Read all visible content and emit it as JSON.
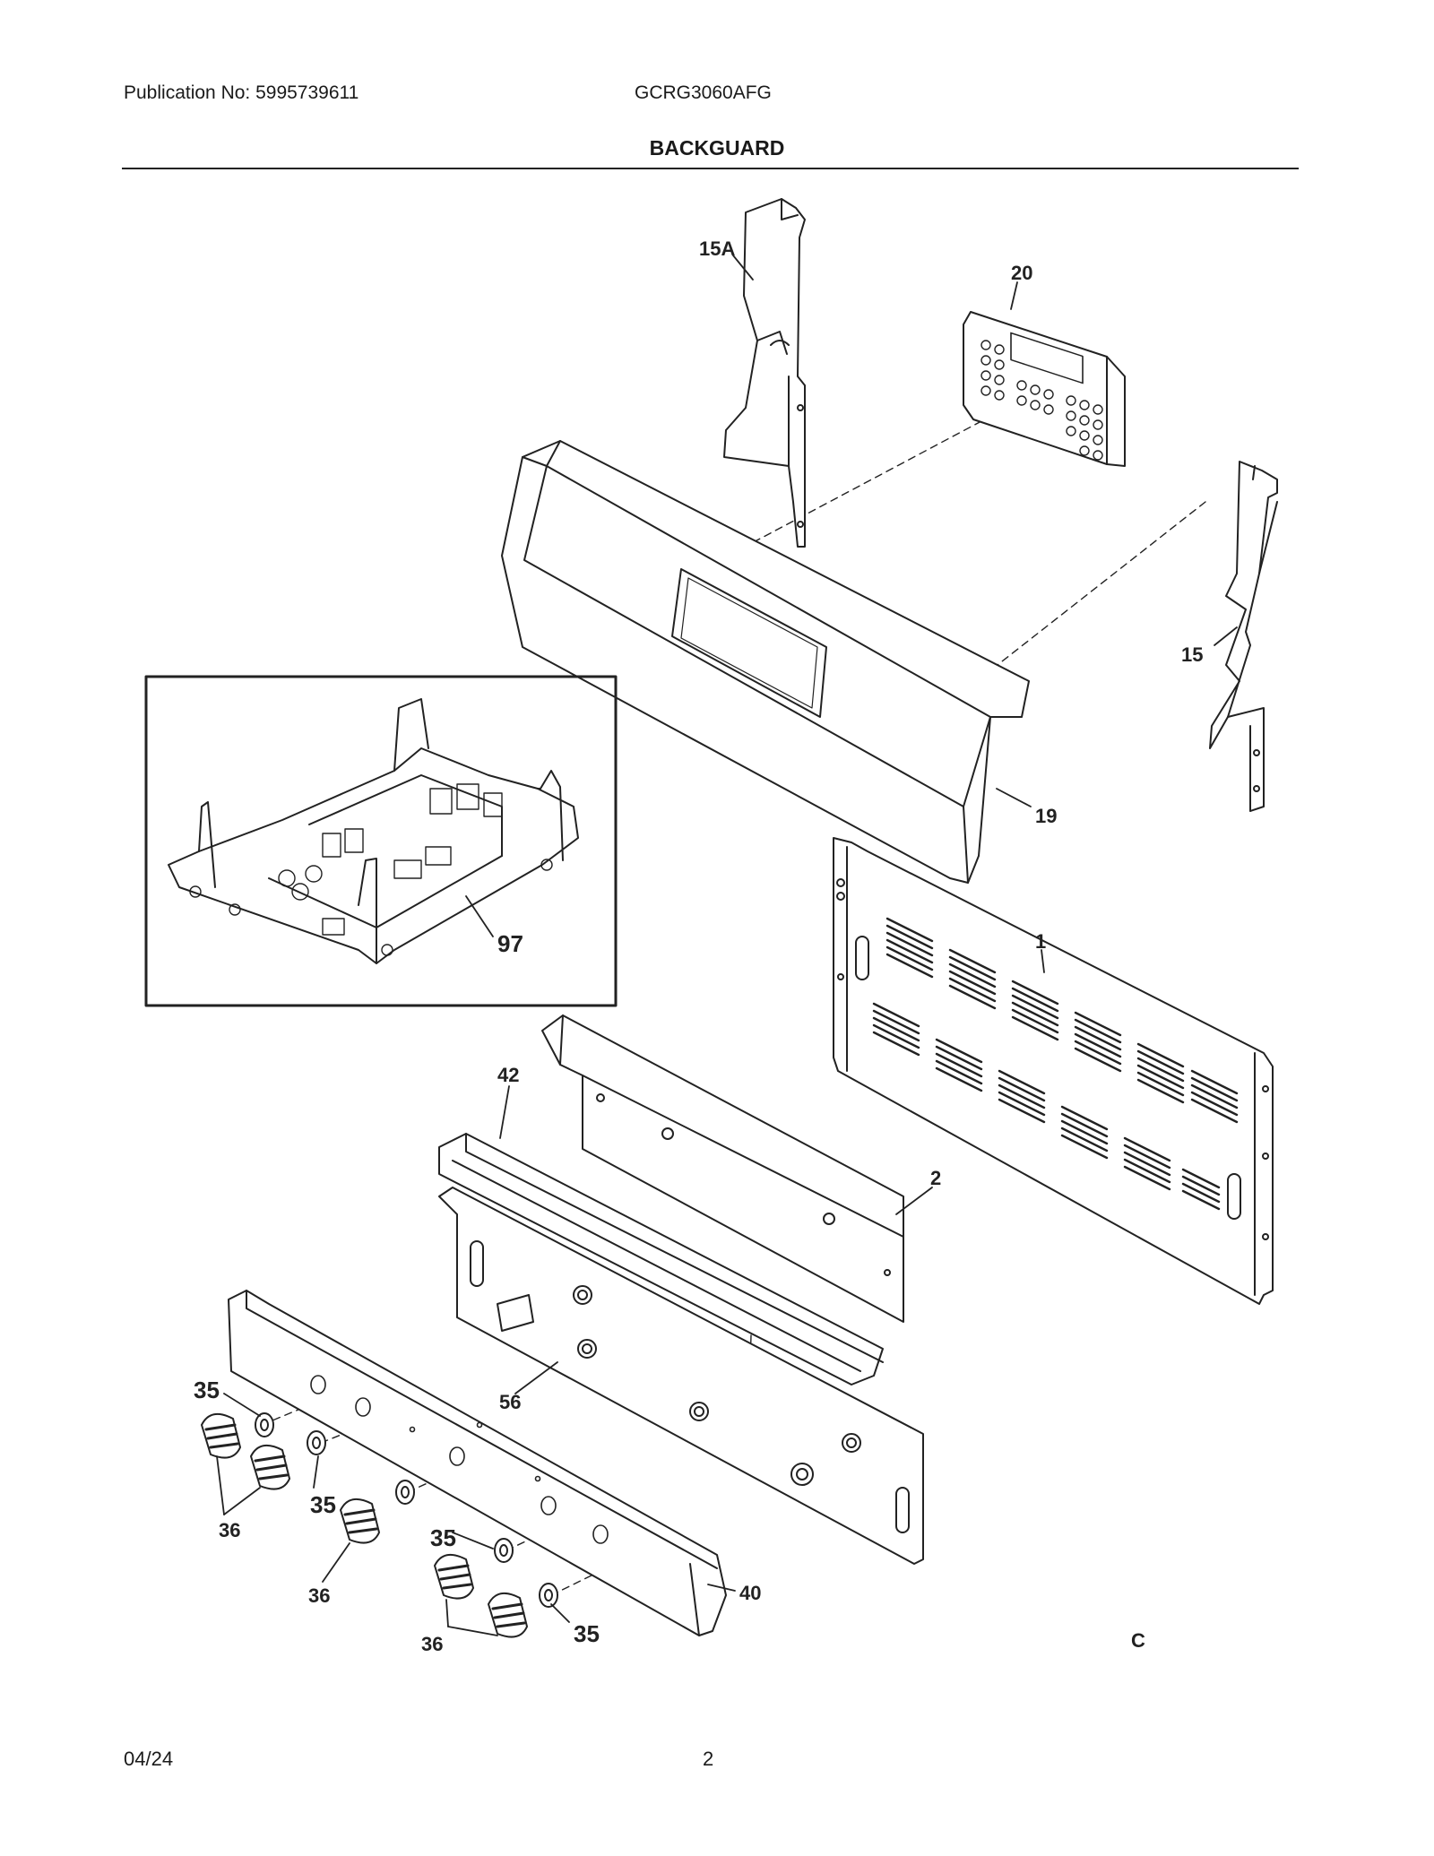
{
  "header": {
    "publication": "Publication No: 5995739611",
    "model": "GCRG3060AFG",
    "title": "BACKGUARD"
  },
  "callouts": {
    "p15a": "15A",
    "p20": "20",
    "p15": "15",
    "p19": "19",
    "p1": "1",
    "p97": "97",
    "p42": "42",
    "p2": "2",
    "p56": "56",
    "p40": "40",
    "p35_a": "35",
    "p35_b": "35",
    "p35_c": "35",
    "p35_d": "35",
    "p36_a": "36",
    "p36_b": "36",
    "p36_c": "36",
    "corner_mark": "C"
  },
  "footer": {
    "date": "04/24",
    "page": "2"
  }
}
